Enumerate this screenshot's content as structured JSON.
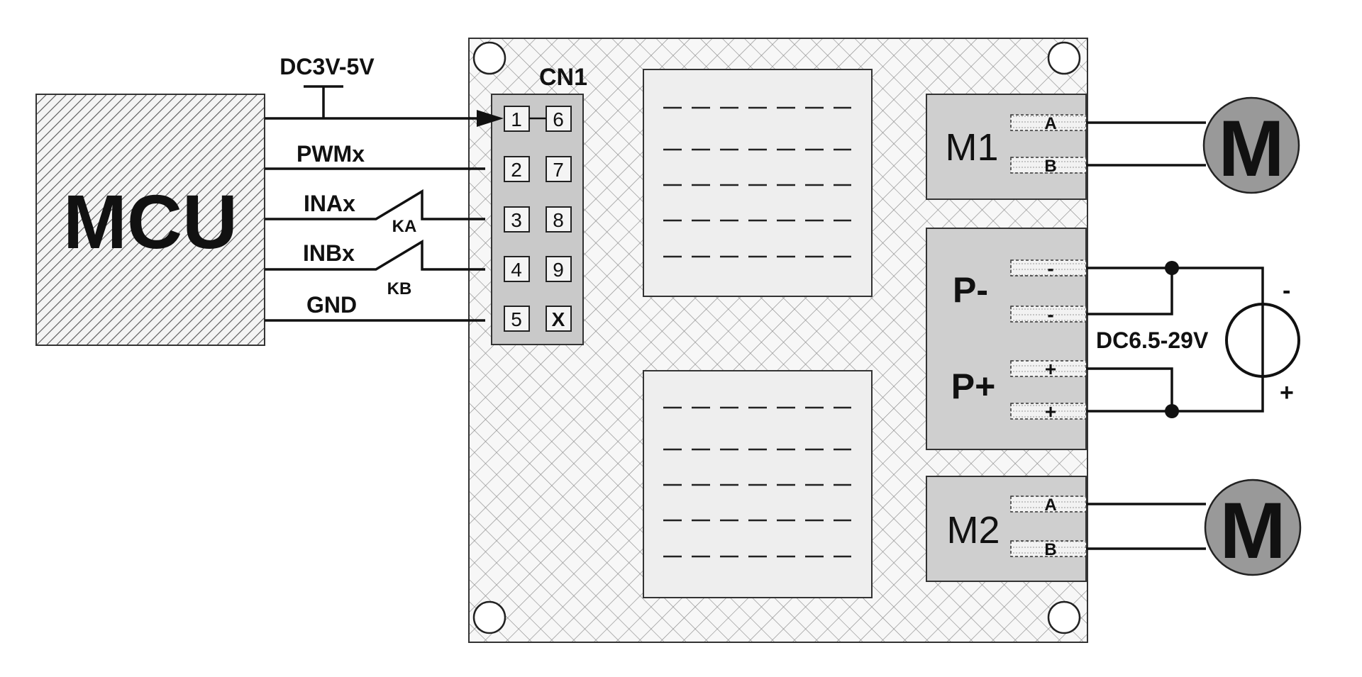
{
  "mcu": {
    "label": "MCU"
  },
  "supply_logic": {
    "label": "DC3V-5V"
  },
  "signals": {
    "pwm": "PWMx",
    "ina": "INAx",
    "inb": "INBx",
    "gnd": "GND"
  },
  "switches": {
    "ka": "KA",
    "kb": "KB"
  },
  "connector": {
    "label": "CN1",
    "left_pins": [
      "1",
      "2",
      "3",
      "4",
      "5"
    ],
    "right_pins": [
      "6",
      "7",
      "8",
      "9",
      "X"
    ]
  },
  "motor_port_1": {
    "label": "M1",
    "terminals": [
      "A",
      "B"
    ]
  },
  "motor_port_2": {
    "label": "M2",
    "terminals": [
      "A",
      "B"
    ]
  },
  "power_port": {
    "neg_label": "P-",
    "pos_label": "P+",
    "terminals": [
      "-",
      "-",
      "+",
      "+"
    ]
  },
  "power_source": {
    "label": "DC6.5-29V",
    "neg_sign": "-",
    "pos_sign": "+"
  },
  "motors": [
    {
      "label": "M"
    },
    {
      "label": "M"
    }
  ]
}
